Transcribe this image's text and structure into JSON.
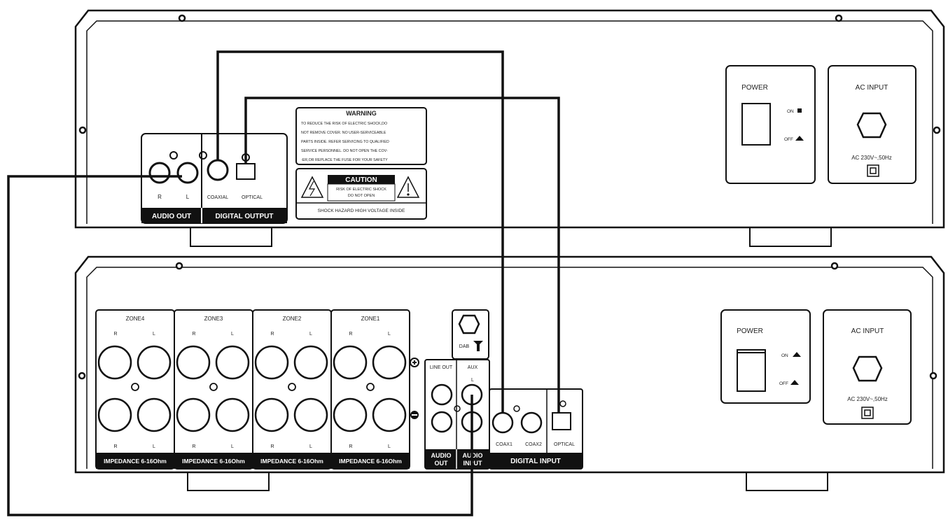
{
  "top_unit": {
    "audio_out": {
      "r": "R",
      "l": "L",
      "title": "AUDIO OUT"
    },
    "digital_output": {
      "coaxial": "COAXIAL",
      "optical": "OPTICAL",
      "title": "DIGITAL OUTPUT"
    },
    "warning": {
      "title": "WARNING",
      "lines": [
        "TO REDUCE THE RISK OF ELECTRIC SHOCK,DO",
        "NOT REMOVE COVER. NO USER-SERVICEABLE",
        "PARTS INSIDE. REFER SERVICING TO QUALIFIED",
        "SERVICE PERSONNEL. DO NOT OPEN THE COV-",
        "-ER,OR REPLACE THE FUSE FOR YOUR SAFETY"
      ]
    },
    "caution": {
      "title": "CAUTION",
      "line1": "RISK OF ELECTRIC SHOCK",
      "line2": "DO NOT OPEN",
      "footer": "SHOCK HAZARD HIGH VOLTAGE INSIDE"
    },
    "power": {
      "label": "POWER",
      "on": "ON",
      "off": "OFF"
    },
    "ac_input": {
      "label": "AC INPUT",
      "rating": "AC 230V~,50Hz"
    }
  },
  "bottom_unit": {
    "zones": [
      {
        "name": "ZONE4",
        "r": "R",
        "l": "L",
        "impedance": "IMPEDANCE 6-16Ohm"
      },
      {
        "name": "ZONE3",
        "r": "R",
        "l": "L",
        "impedance": "IMPEDANCE 6-16Ohm"
      },
      {
        "name": "ZONE2",
        "r": "R",
        "l": "L",
        "impedance": "IMPEDANCE 6-16Ohm"
      },
      {
        "name": "ZONE1",
        "r": "R",
        "l": "L",
        "impedance": "IMPEDANCE 6-16Ohm"
      }
    ],
    "dab": "DAB",
    "line_out": "LINE OUT",
    "aux": "AUX",
    "aux_l": "L",
    "audio_out": [
      "AUDIO",
      "OUT"
    ],
    "audio_input": [
      "AUDIO",
      "INPUT"
    ],
    "digital_input": {
      "coax1": "COAX1",
      "coax2": "COAX2",
      "optical": "OPTICAL",
      "title": "DIGITAL INPUT"
    },
    "power": {
      "label": "POWER",
      "on": "ON",
      "off": "OFF"
    },
    "ac_input": {
      "label": "AC INPUT",
      "rating": "AC 230V~,50Hz"
    }
  }
}
